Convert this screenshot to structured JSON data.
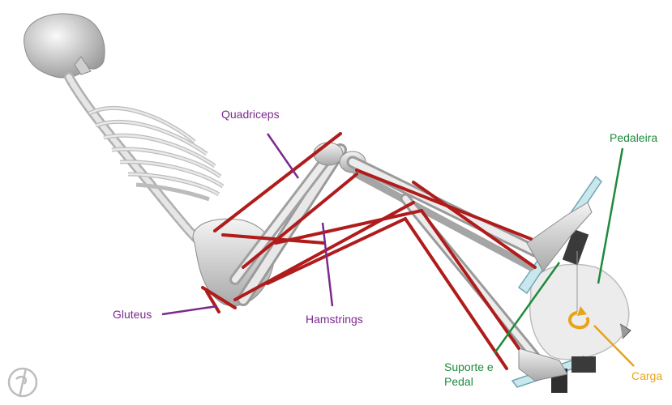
{
  "labels": {
    "quadriceps": "Quadriceps",
    "hamstrings": "Hamstrings",
    "gluteus": "Gluteus",
    "pedaleira": "Pedaleira",
    "suporte_line1": "Suporte e",
    "suporte_line2": "Pedal",
    "carga": "Carga"
  },
  "colors": {
    "muscle_label": "#7b2a8c",
    "equipment_label": "#1e8a3c",
    "load_label": "#e8a317",
    "muscle": "#b01c1c",
    "bone": "#d9d9d9"
  },
  "icons": [
    "skeleton-illustration",
    "logo-icon",
    "rotation-arrow-icon"
  ]
}
